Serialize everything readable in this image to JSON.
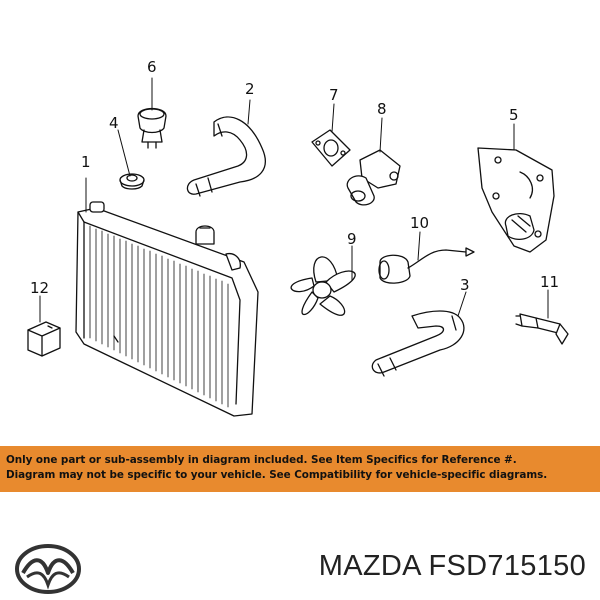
{
  "diagram": {
    "callouts": [
      "1",
      "2",
      "3",
      "4",
      "5",
      "6",
      "7",
      "8",
      "9",
      "10",
      "11",
      "12"
    ]
  },
  "notice": {
    "line1": "Only one part or sub-assembly in diagram included. See Item Specifics for Reference #.",
    "line2": "Diagram may not be specific to your vehicle. See Compatibility for vehicle-specific diagrams."
  },
  "brand": {
    "logo_icon": "mazda-logo-icon",
    "title": "MAZDA FSD715150"
  },
  "colors": {
    "notice_bg": "#e88a2e",
    "ink": "#111111"
  }
}
